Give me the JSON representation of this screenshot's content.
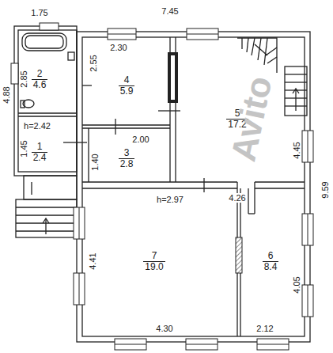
{
  "diagram": {
    "nodes": [
      {
        "text": [
          "2",
          "4.6"
        ]
      },
      {
        "text": [
          "4",
          "5.9"
        ]
      },
      {
        "text": [
          "5",
          "17.2"
        ]
      },
      {
        "text": [
          "1",
          "2.4"
        ]
      },
      {
        "text": [
          "3",
          "2.8"
        ]
      },
      {
        "text": [
          "7",
          "19.0"
        ]
      },
      {
        "text": [
          "6",
          "8.4"
        ]
      }
    ],
    "labels": [
      "1.75",
      "7.45",
      "2.30",
      "2.55",
      "4.88",
      "2.85",
      "h=2.42",
      "1.45",
      "1.40",
      "2.00",
      "4.26",
      "h=2.97",
      "4.45",
      "4.41",
      "4.05",
      "4.30",
      "2.12",
      "9.59",
      "Avito"
    ]
  }
}
